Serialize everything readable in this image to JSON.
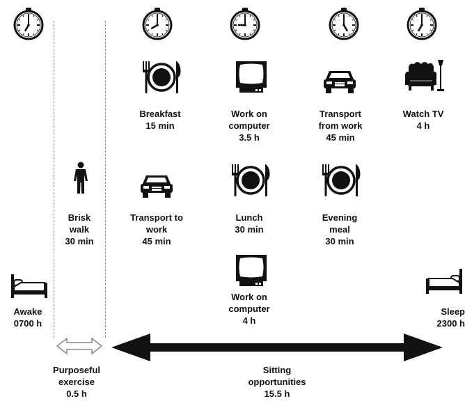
{
  "clocks": [
    {
      "name": "clock-7",
      "hour": 7
    },
    {
      "name": "clock-8",
      "hour": 8
    },
    {
      "name": "clock-9",
      "hour": 9
    },
    {
      "name": "clock-5",
      "hour": 5
    },
    {
      "name": "clock-7-evening",
      "hour": 7
    }
  ],
  "activities": {
    "breakfast": {
      "line1": "Breakfast",
      "line2": "15 min",
      "icon": "plate-cutlery-icon"
    },
    "work_am": {
      "line1": "Work on",
      "line2": "computer",
      "line3": "3.5 h",
      "icon": "computer-monitor-icon"
    },
    "transport_from": {
      "line1": "Transport",
      "line2": "from work",
      "line3": "45 min",
      "icon": "car-icon"
    },
    "watch_tv": {
      "line1": "Watch TV",
      "line2": "4 h",
      "icon": "armchair-icon"
    },
    "brisk_walk": {
      "line1": "Brisk",
      "line2": "walk",
      "line3": "30 min",
      "icon": "person-standing-icon"
    },
    "transport_to": {
      "line1": "Transport to",
      "line2": "work",
      "line3": "45 min",
      "icon": "car-icon"
    },
    "lunch": {
      "line1": "Lunch",
      "line2": "30 min",
      "icon": "plate-cutlery-icon"
    },
    "evening_meal": {
      "line1": "Evening",
      "line2": "meal",
      "line3": "30 min",
      "icon": "plate-cutlery-icon"
    },
    "work_pm": {
      "line1": "Work on",
      "line2": "computer",
      "line3": "4 h",
      "icon": "computer-monitor-icon"
    }
  },
  "awake": {
    "line1": "Awake",
    "line2": "0700 h",
    "icon": "bed-icon"
  },
  "sleep": {
    "line1": "Sleep",
    "line2": "2300 h",
    "icon": "bed-icon"
  },
  "exercise": {
    "line1": "Purposeful",
    "line2": "exercise",
    "line3": "0.5 h",
    "icon": "double-arrow-hollow-icon"
  },
  "sitting": {
    "line1": "Sitting",
    "line2": "opportunities",
    "line3": "15.5 h",
    "icon": "double-arrow-solid-icon"
  }
}
